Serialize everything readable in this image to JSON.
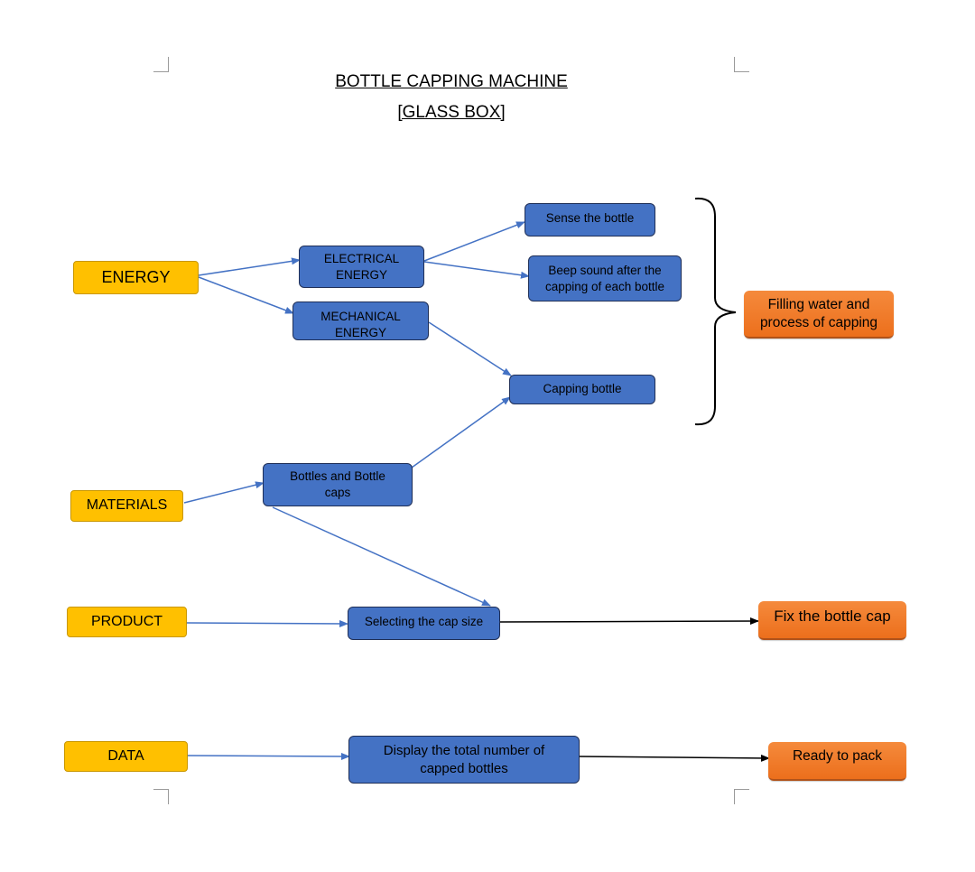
{
  "title": "BOTTLE CAPPING MACHINE",
  "subtitle": "[GLASS BOX]",
  "inputs": {
    "energy": "ENERGY",
    "materials": "MATERIALS",
    "product": "PRODUCT",
    "data": "DATA"
  },
  "processes": {
    "electrical_energy": "ELECTRICAL ENERGY",
    "mechanical_energy": "MECHANICAL ENERGY",
    "sense_bottle": "Sense the bottle",
    "beep_sound": "Beep sound after the capping of each bottle",
    "capping_bottle": "Capping bottle",
    "bottles_and_caps": "Bottles and Bottle caps",
    "selecting_cap_size": "Selecting the cap size",
    "display_total": "Display the total number of capped bottles"
  },
  "outputs": {
    "filling_water": "Filling water and process of capping",
    "fix_bottle_cap": "Fix the bottle cap",
    "ready_to_pack": "Ready to pack"
  },
  "colors": {
    "input_fill": "#ffc000",
    "process_fill": "#4472c4",
    "output_fill": "#ef7a2b",
    "arrow_blue": "#4472c4",
    "arrow_black": "#000000"
  }
}
